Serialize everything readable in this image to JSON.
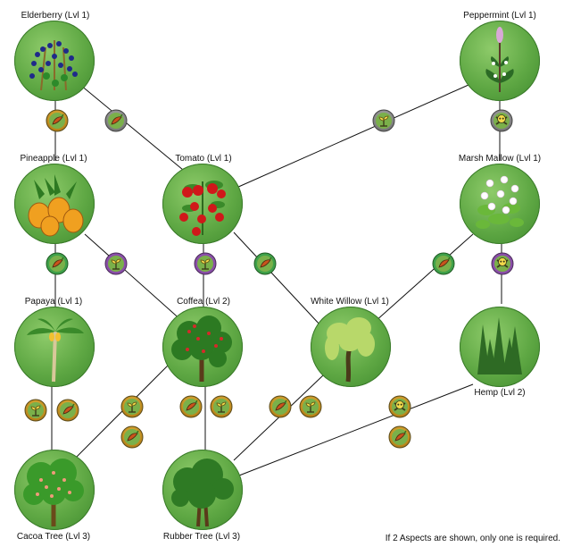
{
  "nodes": {
    "elderberry": {
      "label": "Elderberry (Lvl 1)"
    },
    "peppermint": {
      "label": "Peppermint (Lvl 1)"
    },
    "pineapple": {
      "label": "Pineapple (Lvl 1)"
    },
    "tomato": {
      "label": "Tomato (Lvl 1)"
    },
    "marsh_mallow": {
      "label": "Marsh Mallow (Lvl 1)"
    },
    "papaya": {
      "label": "Papaya (Lvl 1)"
    },
    "coffea": {
      "label": "Coffea (Lvl 2)"
    },
    "white_willow": {
      "label": "White Willow (Lvl 1)"
    },
    "hemp": {
      "label": "Hemp (Lvl 2)"
    },
    "cacoa_tree": {
      "label": "Cacoa Tree (Lvl 3)"
    },
    "rubber_tree": {
      "label": "Rubber Tree (Lvl 3)"
    }
  },
  "aspect_icons": {
    "pepper": "pepper-aspect-icon",
    "sprout": "sprout-aspect-icon",
    "skull": "skull-aspect-icon"
  },
  "colors": {
    "ring_gold": "#d19a1e",
    "ring_green": "#3fa14a",
    "ring_purple": "#8a4fa8",
    "ring_gray": "#8c8c8c",
    "pepper_fill": "#c9531c",
    "sprout_fill": "#f2d94a",
    "skull_fill": "#f2d94a"
  },
  "footnote": "If 2 Aspects are shown, only one is required."
}
